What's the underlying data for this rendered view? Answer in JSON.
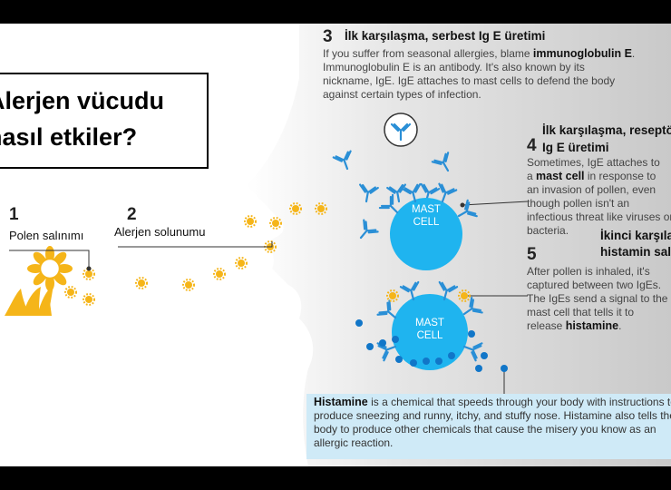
{
  "title": {
    "line1": "Alerjen vücudu",
    "line2": "nasıl etkiler?"
  },
  "steps": [
    {
      "num": "1",
      "label": "Polen salınımı"
    },
    {
      "num": "2",
      "label": "Alerjen solunumu"
    }
  ],
  "step3": {
    "num": "3",
    "heading": "İlk karşılaşma, serbest Ig E üretimi",
    "line1_pre": "If you suffer from seasonal allergies, blame ",
    "line1_bold": "immunoglobulin E",
    "line1_post": ".",
    "rest": "Immunoglobulin E is an antibody. It's also known by its nickname, IgE. IgE attaches to mast cells to defend the body against certain types of infection."
  },
  "step4": {
    "num": "4",
    "heading_line1": "İlk karşılaşma, reseptör",
    "heading_line2": "Ig E üretimi",
    "line1": "Sometimes, IgE attaches to",
    "line2_pre": "a ",
    "line2_bold": "mast cell",
    "line2_post": " in response to",
    "rest": "an invasion of pollen, even though pollen isn't an infectious threat like viruses or bacteria."
  },
  "step5": {
    "num": "5",
    "heading_line1": "İkinci karşılaşma,",
    "heading_line2": "histamin salınımı",
    "text": "After pollen is inhaled, it's captured between two IgEs. The IgEs send a signal to the mast cell that tells it to",
    "release_pre": "release ",
    "release_bold": "histamine",
    "release_post": "."
  },
  "mast_cell": {
    "line1": "MAST",
    "line2": "CELL"
  },
  "histamine": {
    "bold": "Histamine",
    "text": " is a chemical that speeds through your body with instructions to produce sneezing and runny, itchy, and stuffy nose. Histamine also tells the body to produce other chemicals that cause the misery you know as an allergic reaction."
  },
  "colors": {
    "cell": "#1fb4ef",
    "antibody": "#2a8fd6",
    "pollen": "#f5b519",
    "histamine_dot": "#1176c8",
    "box": "#cfeaf7"
  }
}
